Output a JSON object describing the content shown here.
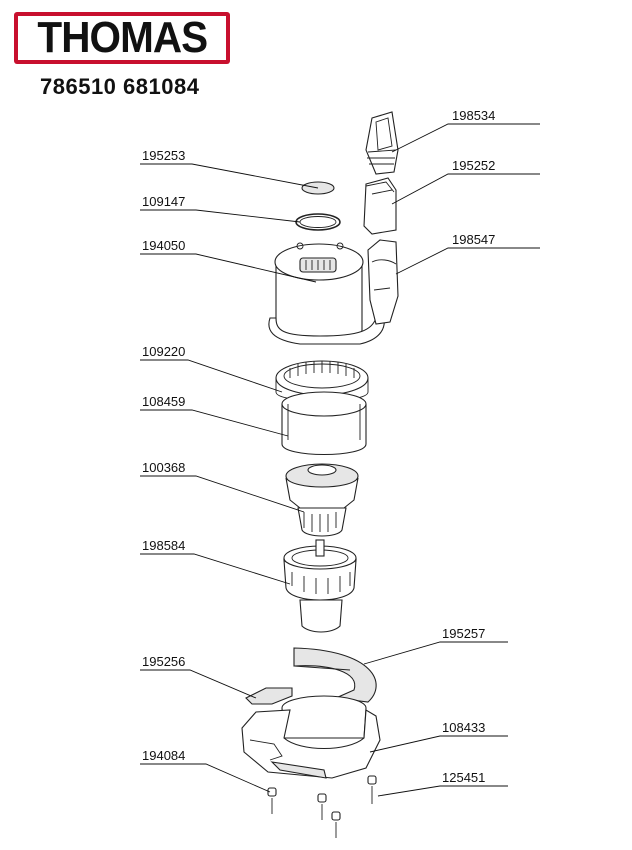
{
  "brand": "THOMAS",
  "model_codes": "786510 681084",
  "parts": [
    {
      "id": "198534"
    },
    {
      "id": "195253"
    },
    {
      "id": "195252"
    },
    {
      "id": "109147"
    },
    {
      "id": "194050"
    },
    {
      "id": "198547"
    },
    {
      "id": "109220"
    },
    {
      "id": "108459"
    },
    {
      "id": "100368"
    },
    {
      "id": "198584"
    },
    {
      "id": "195257"
    },
    {
      "id": "195256"
    },
    {
      "id": "108433"
    },
    {
      "id": "194084"
    },
    {
      "id": "125451"
    }
  ]
}
